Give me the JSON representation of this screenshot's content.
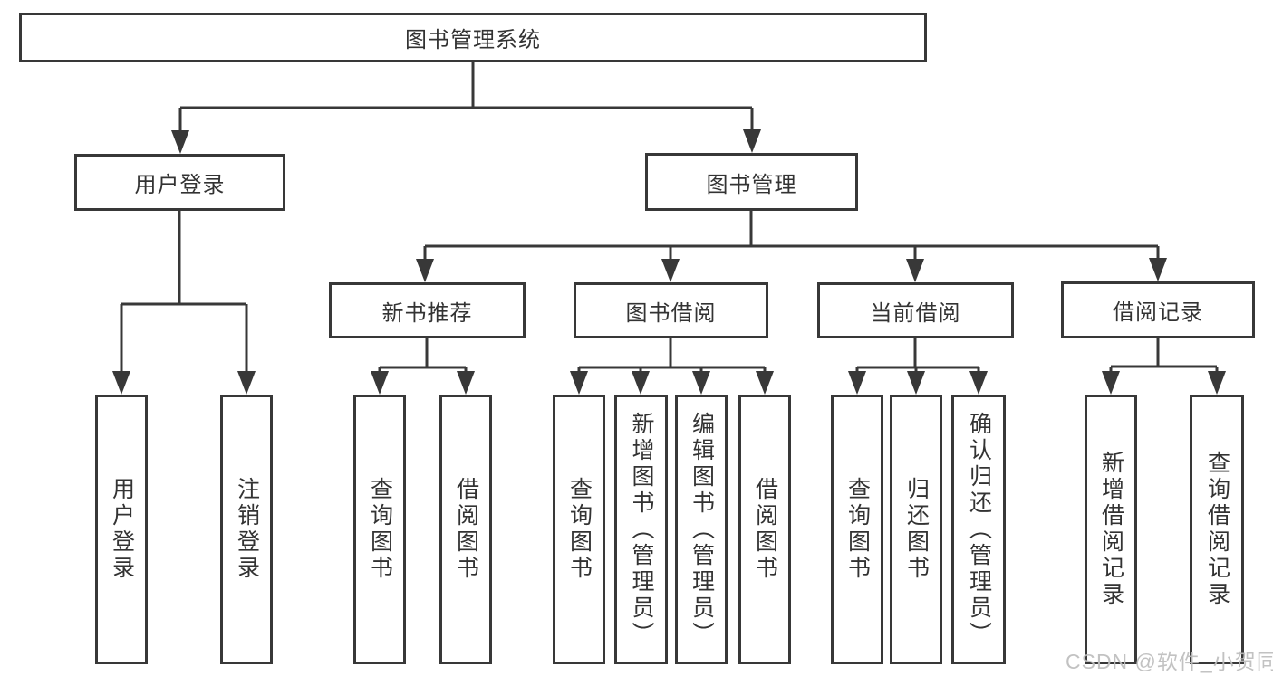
{
  "diagram": {
    "root": {
      "label": "图书管理系统",
      "children": [
        {
          "label": "用户登录",
          "children": [
            {
              "label": "用户登录"
            },
            {
              "label": "注销登录"
            }
          ]
        },
        {
          "label": "图书管理",
          "children": [
            {
              "label": "新书推荐",
              "children": [
                {
                  "label": "查询图书"
                },
                {
                  "label": "借阅图书"
                }
              ]
            },
            {
              "label": "图书借阅",
              "children": [
                {
                  "label": "查询图书"
                },
                {
                  "label": "新增图书（管理员）"
                },
                {
                  "label": "编辑图书（管理员）"
                },
                {
                  "label": "借阅图书"
                }
              ]
            },
            {
              "label": "当前借阅",
              "children": [
                {
                  "label": "查询图书"
                },
                {
                  "label": "归还图书"
                },
                {
                  "label": "确认归还（管理员）"
                }
              ]
            },
            {
              "label": "借阅记录",
              "children": [
                {
                  "label": "新增借阅记录"
                },
                {
                  "label": "查询借阅记录"
                }
              ]
            }
          ]
        }
      ]
    },
    "watermark": "CSDN @软件_小贺同学",
    "colors": {
      "line": "#383838",
      "text": "#333333",
      "watermark": "#bdbdbd",
      "background": "#ffffff"
    }
  }
}
